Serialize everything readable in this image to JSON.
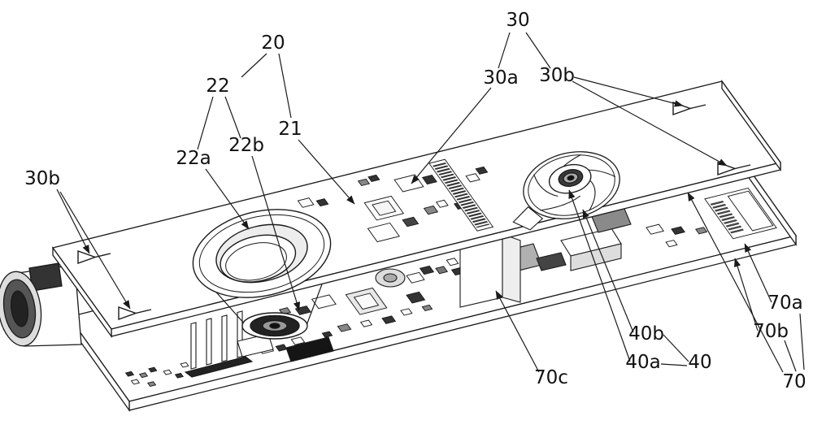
{
  "figure": {
    "kind": "patent-line-drawing",
    "colors": {
      "background": "#ffffff",
      "line": "#1a1a1a"
    },
    "labels": [
      {
        "id": "ref-30-top",
        "text": "30"
      },
      {
        "id": "ref-20",
        "text": "20"
      },
      {
        "id": "ref-22",
        "text": "22"
      },
      {
        "id": "ref-30a",
        "text": "30a"
      },
      {
        "id": "ref-30b-right",
        "text": "30b"
      },
      {
        "id": "ref-21",
        "text": "21"
      },
      {
        "id": "ref-22b",
        "text": "22b"
      },
      {
        "id": "ref-22a",
        "text": "22a"
      },
      {
        "id": "ref-30b-left",
        "text": "30b"
      },
      {
        "id": "ref-70a",
        "text": "70a"
      },
      {
        "id": "ref-70b",
        "text": "70b"
      },
      {
        "id": "ref-40b",
        "text": "40b"
      },
      {
        "id": "ref-40a",
        "text": "40a"
      },
      {
        "id": "ref-40",
        "text": "40"
      },
      {
        "id": "ref-70c",
        "text": "70c"
      },
      {
        "id": "ref-70",
        "text": "70"
      }
    ]
  }
}
